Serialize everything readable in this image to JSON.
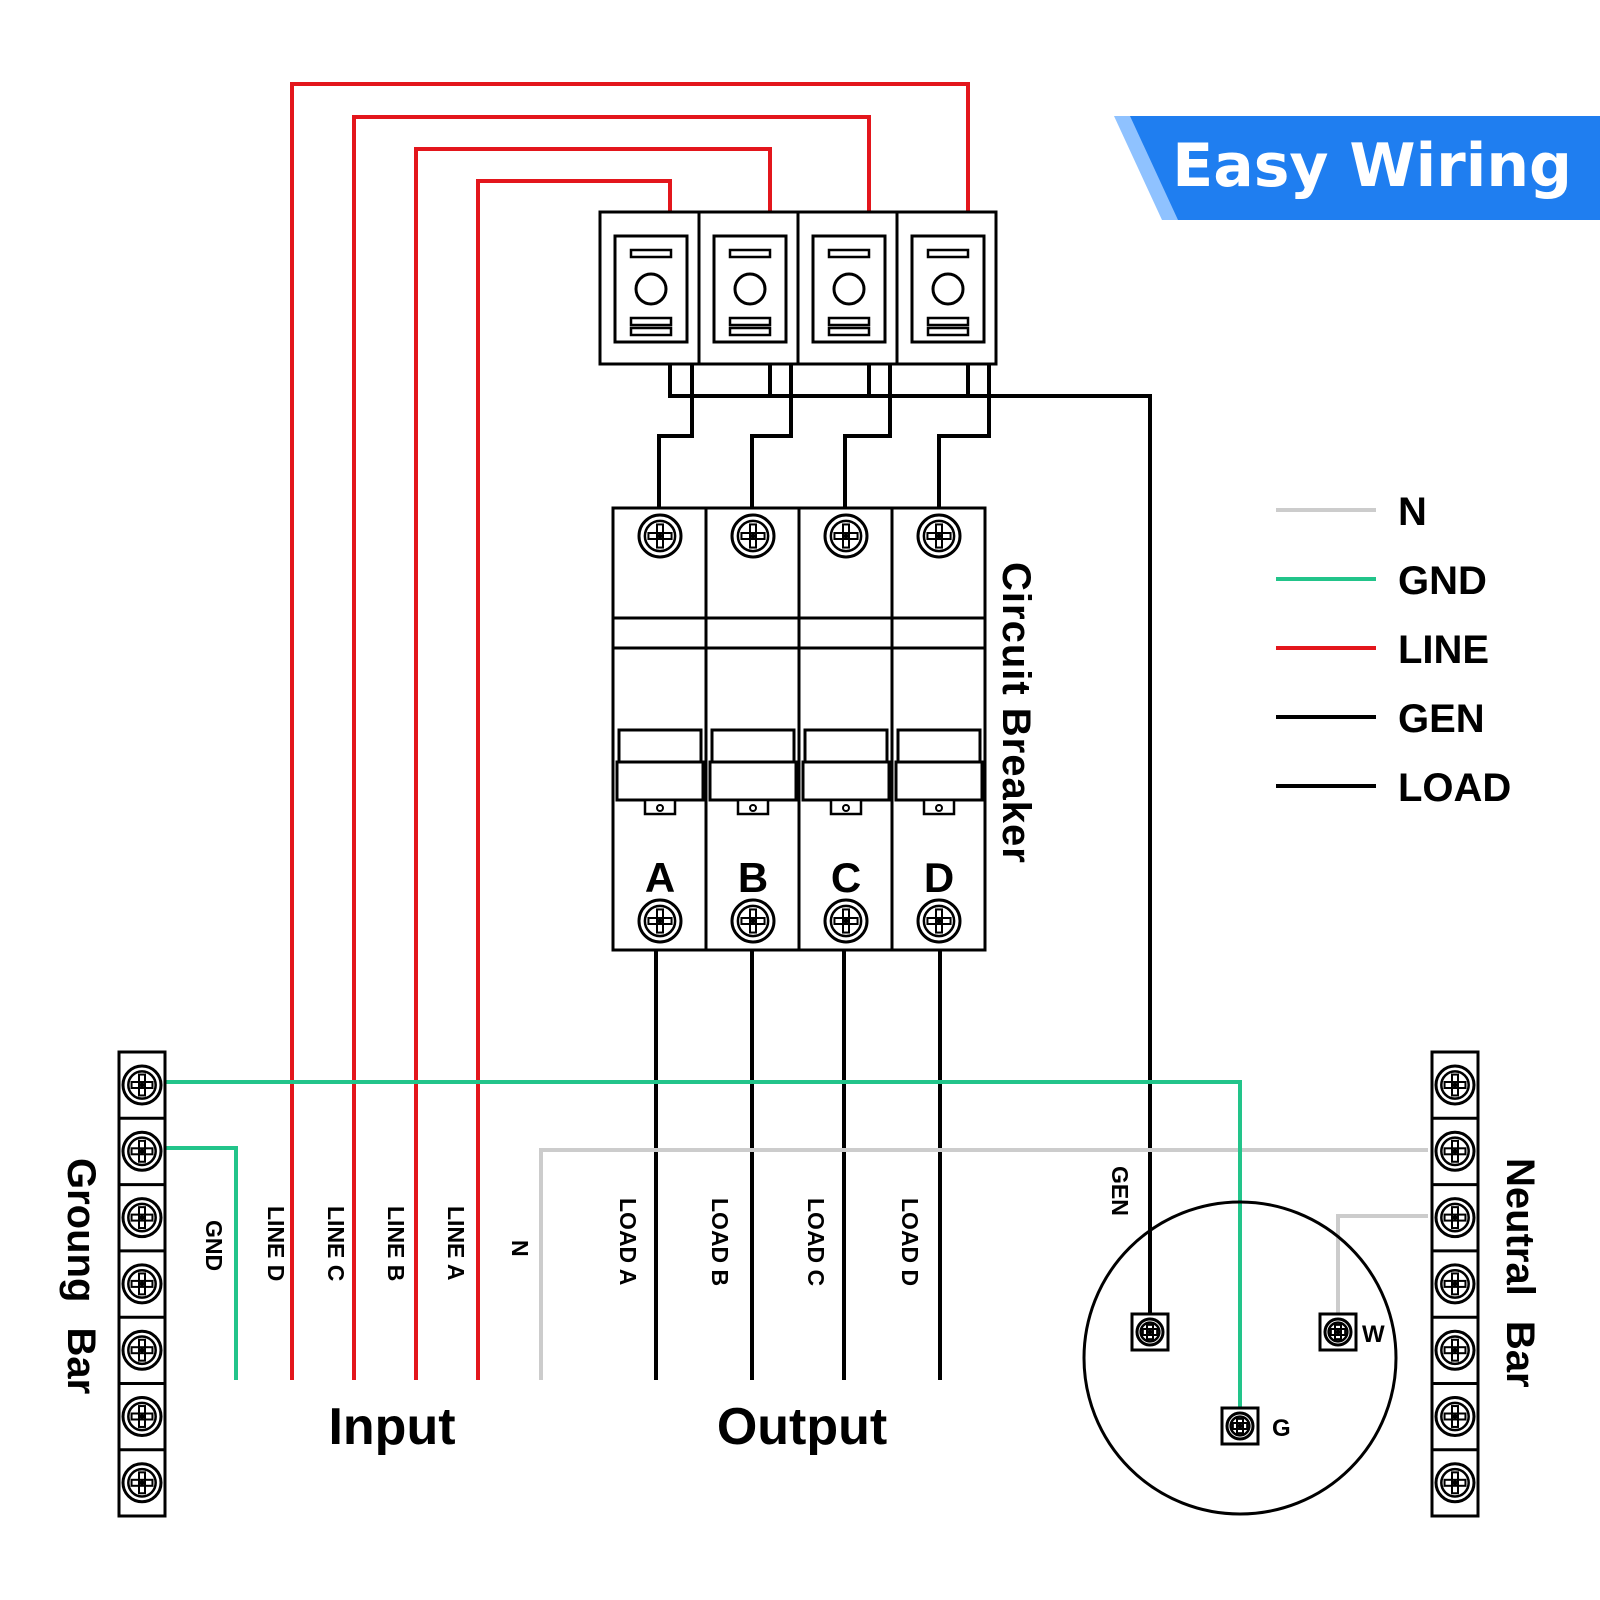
{
  "banner": {
    "text": "Easy Wiring",
    "color": "#1f7ef0",
    "accent": "#8fc2ff"
  },
  "colors": {
    "line": "#e3161c",
    "gnd": "#22c48a",
    "n": "#cccccc",
    "gen": "#000000",
    "load": "#000000"
  },
  "legend": [
    {
      "label": "N",
      "wire": "n"
    },
    {
      "label": "GND",
      "wire": "gnd"
    },
    {
      "label": "LINE",
      "wire": "line"
    },
    {
      "label": "GEN",
      "wire": "gen"
    },
    {
      "label": "LOAD",
      "wire": "load"
    }
  ],
  "breaker": {
    "title": "Circuit Breaker",
    "poles": [
      "A",
      "B",
      "C",
      "D"
    ]
  },
  "ground_bar": {
    "title": "Groung Bar"
  },
  "neutral_bar": {
    "title": "Neutral Bar"
  },
  "wire_labels": {
    "gnd": "GND",
    "input": [
      "LINE D",
      "LINE C",
      "LINE B",
      "LINE A"
    ],
    "n": "N",
    "output": [
      "LOAD A",
      "LOAD B",
      "LOAD C",
      "LOAD D"
    ],
    "gen": "GEN"
  },
  "groups": {
    "input": "Input",
    "output": "Output"
  },
  "outlet": {
    "terminals": [
      "W",
      "G"
    ]
  }
}
